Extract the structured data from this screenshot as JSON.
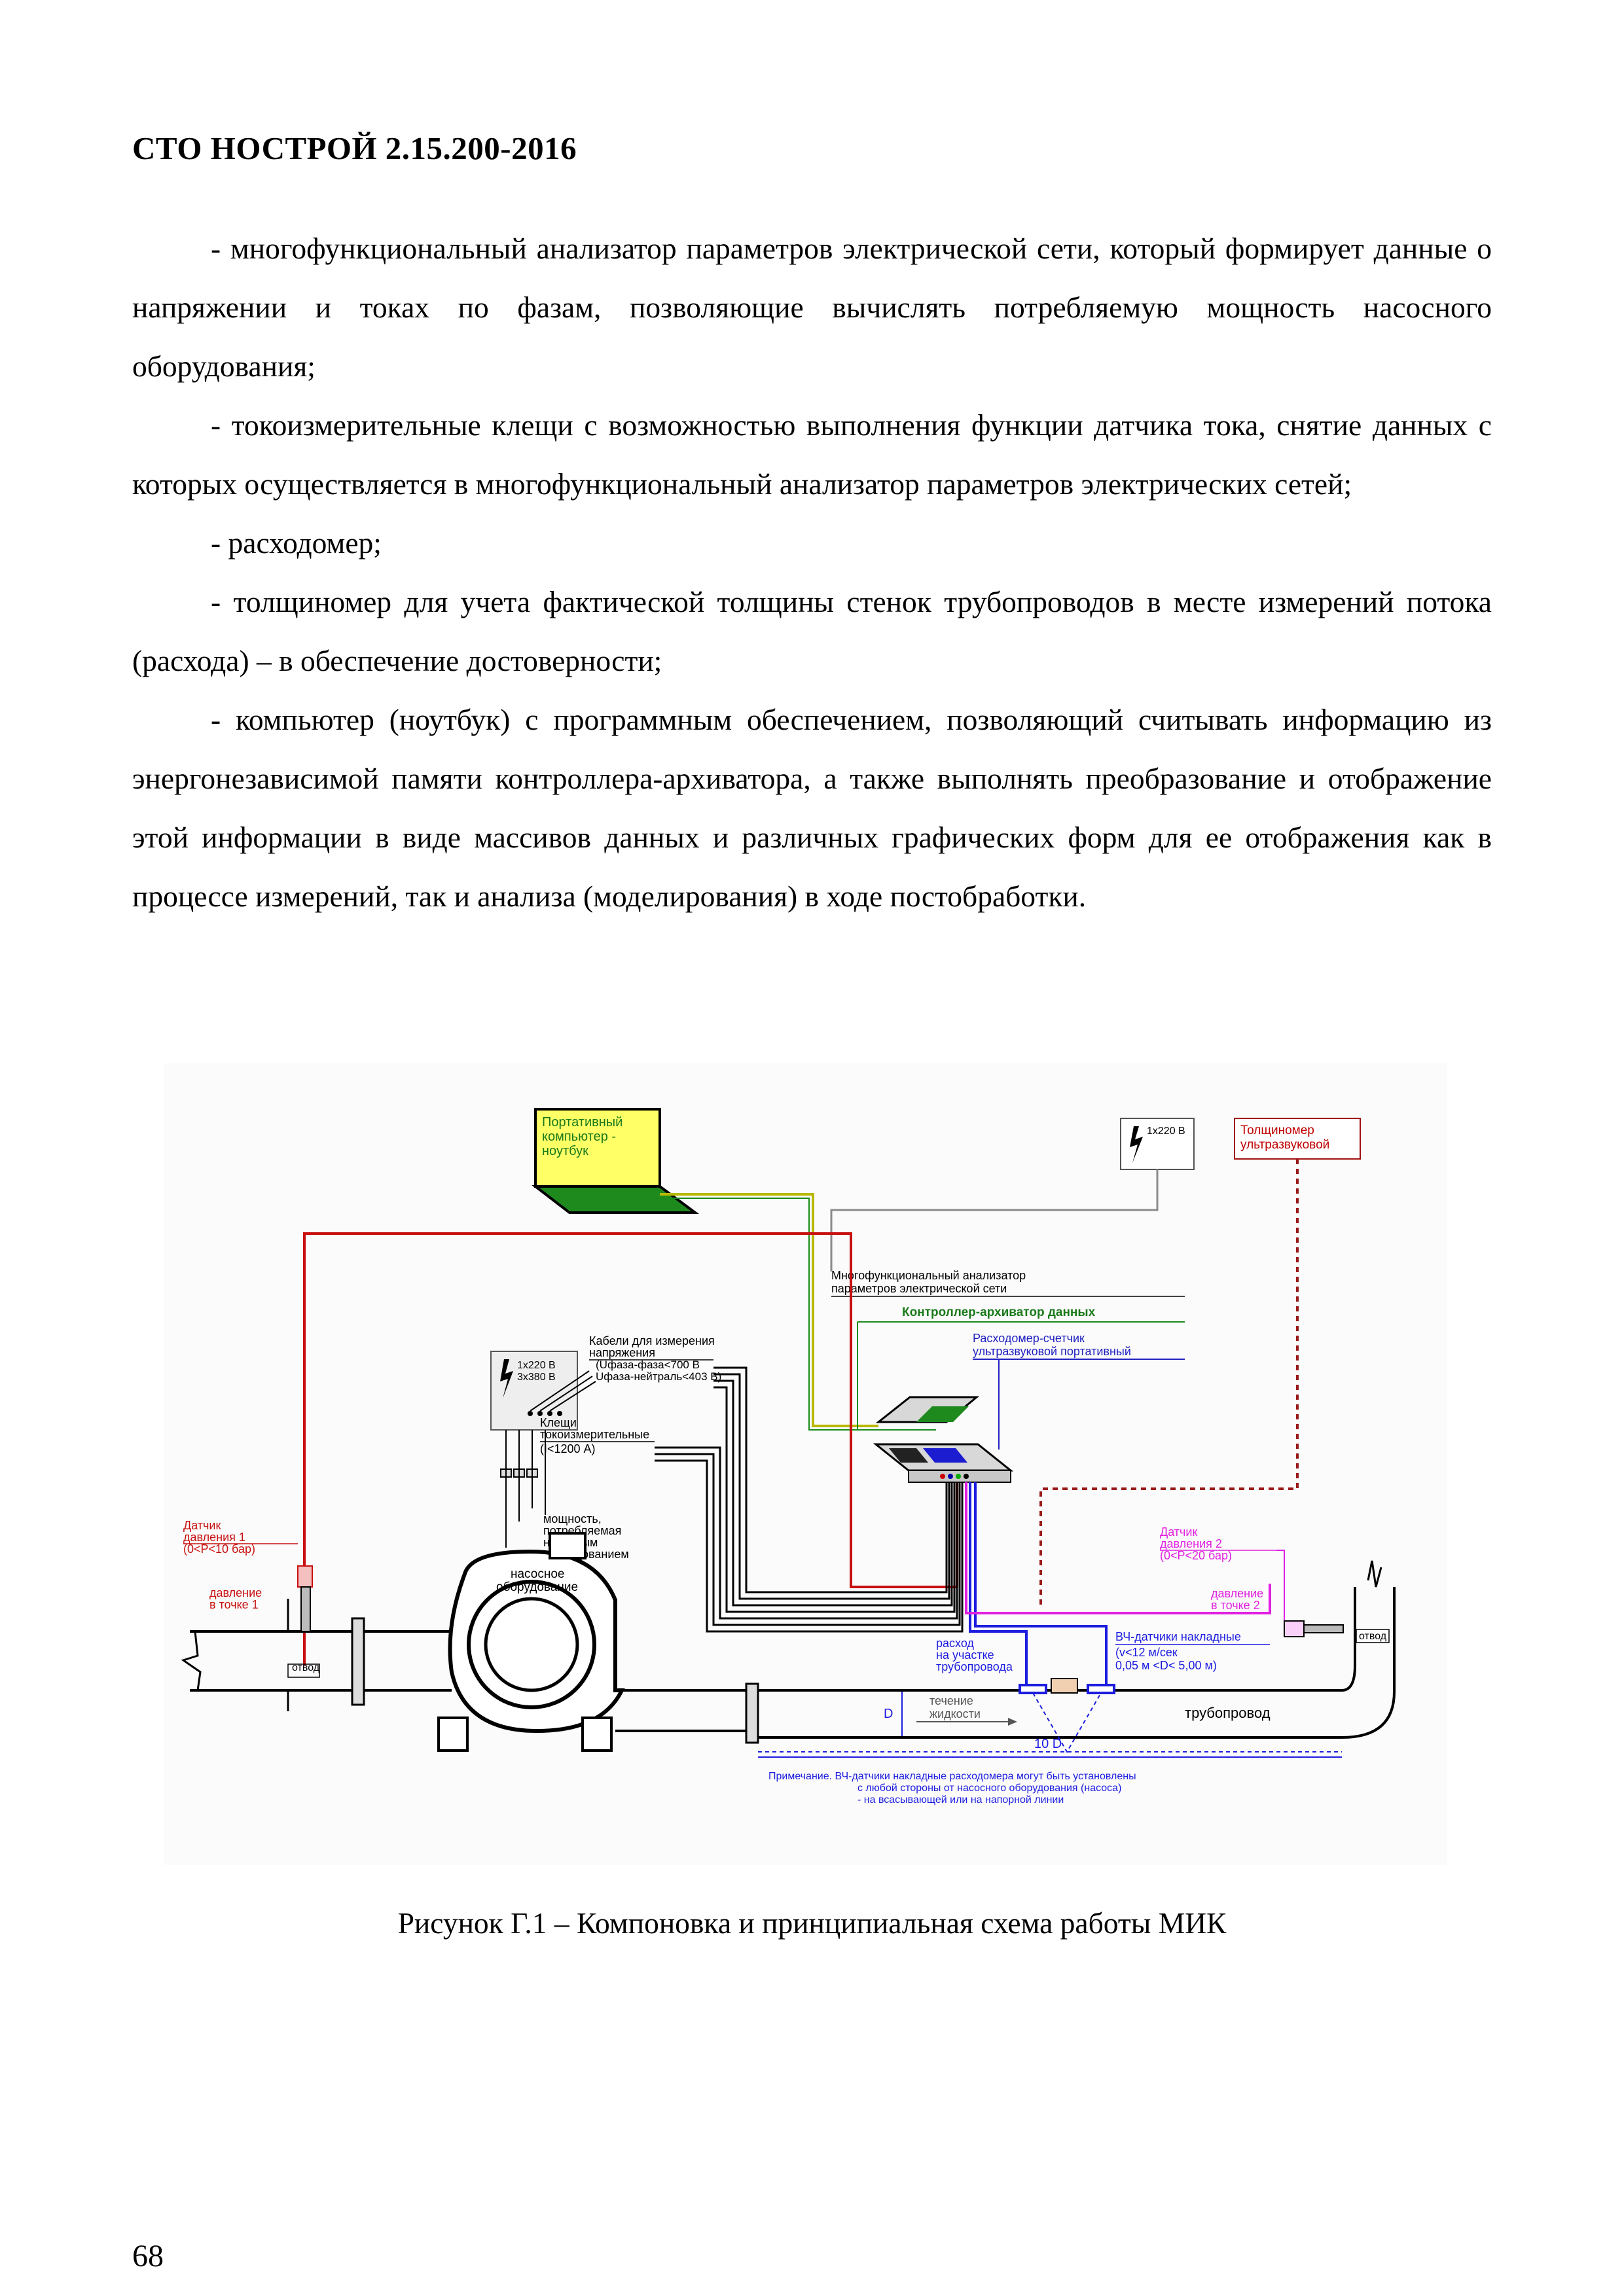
{
  "header": {
    "doc_id": "СТО НОСТРОЙ 2.15.200-2016"
  },
  "paragraphs": [
    "- многофункциональный анализатор параметров электрической сети, который формирует данные о напряжении и токах по фазам, позволяющие вычислять потребляемую мощность насосного оборудования;",
    "- токоизмерительные клещи с возможностью выполнения функции датчика тока, снятие данных с которых осуществляется в многофункциональный анализатор параметров электрических сетей;",
    "- расходомер;",
    "- толщиномер для учета фактической толщины стенок трубопроводов в месте измерений потока (расхода) – в обеспечение достоверности;",
    "- компьютер (ноутбук) с программным обеспечением, позволяющий считывать информацию из энергонезависимой памяти контроллера-архиватора, а также выполнять преобразование и отображение этой информации в виде массивов данных и различных  графических форм для ее отображения как в процессе измерений, так и анализа (моделирования) в ходе постобработки."
  ],
  "diagram": {
    "laptop": [
      "Портативный",
      "компьютер -",
      "ноутбук"
    ],
    "power_top": "1х220 В",
    "thickness_gauge": [
      "Толщиномер",
      "ультразвуковой"
    ],
    "analyzer_label": [
      "Многофункциональный анализатор",
      "параметров электрической сети"
    ],
    "controller_label": "Контроллер-архиватор данных",
    "flowmeter_label": [
      "Расходомер-счетчик",
      "ультразвуковой портативный"
    ],
    "cables_label": [
      "Кабели для измерения",
      "напряжения",
      "(Uфаза-фаза<700 В",
      "Uфаза-нейтраль<403 В)"
    ],
    "panel_power": [
      "1х220 В",
      "3х380 В"
    ],
    "clamps_label": [
      "Клещи",
      "токоизмерительные",
      "(I<1200 А)"
    ],
    "power_label": [
      "мощность,",
      "потребляемая",
      "насосным",
      "оборудованием"
    ],
    "sensor1": [
      "Датчик",
      "давления 1",
      "(0<P<10 бар)"
    ],
    "pressure1": [
      "давление",
      "в точке 1"
    ],
    "outlet_left": "отвод",
    "pump_label": [
      "насосное",
      "оборудование"
    ],
    "sensor2": [
      "Датчик",
      "давления 2",
      "(0<P<20 бар)"
    ],
    "pressure2": [
      "давление",
      "в точке 2"
    ],
    "outlet_right": "отвод",
    "flow_section": [
      "расход",
      "на участке",
      "трубопровода"
    ],
    "hf_sensors": [
      "ВЧ-датчики накладные",
      "(v<12 м/сек",
      "0,05 м <D< 5,00 м)"
    ],
    "flow_label": [
      "течение",
      "жидкости"
    ],
    "diameter_label": "D",
    "pipeline_label": "трубопровод",
    "distance_label": "10 D",
    "note": [
      "Примечание. ВЧ-датчики накладные расходомера могут быть установлены",
      "с любой стороны от насосного оборудования (насоса)",
      "- на всасывающей или на напорной линии"
    ]
  },
  "caption": "Рисунок Г.1 – Компоновка и принципиальная схема работы МИК",
  "page_number": "68"
}
